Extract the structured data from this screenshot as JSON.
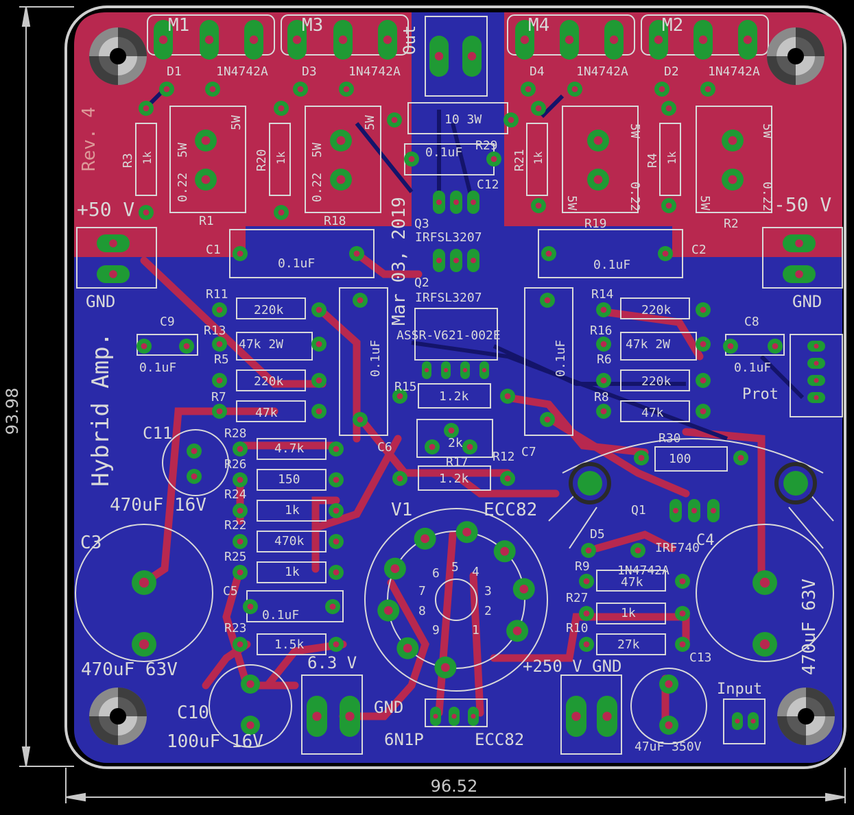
{
  "colors": {
    "board_bg": "#000000",
    "top_copper": "#b8284f",
    "bottom_copper": "#2a2aa8",
    "pad_green": "#1f9a34",
    "silkscreen": "#d9d9d9",
    "dimension": "#c8c8c8"
  },
  "dimensions": {
    "width": "96.52",
    "height": "93.98"
  },
  "board_text": {
    "rev": "Rev. 4",
    "title": "Hybrid Amp.",
    "date": "Mar 03, 2019",
    "plus50": "+50 V",
    "minus50": "-50 V",
    "gnd": "GND",
    "out": "Out",
    "input": "Input",
    "prot": "Prot",
    "v63": "6.3 V",
    "v250": "+250 V GND",
    "tube_types": [
      "6N1P",
      "ECC82"
    ]
  },
  "mosfets": [
    "M1",
    "M3",
    "M4",
    "M2"
  ],
  "diode_labels": [
    "D1",
    "D3",
    "D4",
    "D2",
    "D5"
  ],
  "diode_part": "1N4742A",
  "components": {
    "R3": "R3",
    "R20": "R20",
    "R21": "R21",
    "R4": "R4",
    "R1": "R1",
    "R18": "R18",
    "R19": "R19",
    "R2": "R2",
    "val_1k": "1k",
    "val_022": "0.22",
    "val_5w": "5W",
    "R11": "R11",
    "R13": "R13",
    "R5": "R5",
    "R7": "R7",
    "R14": "R14",
    "R16": "R16",
    "R6": "R6",
    "R8": "R8",
    "R28": "R28",
    "R26": "R26",
    "R24": "R24",
    "R22": "R22",
    "R25": "R25",
    "R23": "R23",
    "R9": "R9",
    "R27": "R27",
    "R10": "R10",
    "R30": "R30",
    "R15": "R15",
    "R12": "R12",
    "R17": "R17",
    "R29": "R29",
    "C1": "C1",
    "C2": "C2",
    "C3": "C3",
    "C4": "C4",
    "C5": "C5",
    "C6": "C6",
    "C7": "C7",
    "C8": "C8",
    "C9": "C9",
    "C10": "C10",
    "C11": "C11",
    "C12": "C12",
    "C13": "C13",
    "Q1": "Q1",
    "Q2": "Q2",
    "Q3": "Q3",
    "V1": "V1",
    "v_220k": "220k",
    "v_47k2w": "47k 2W",
    "v_47k": "47k",
    "v_01uf": "0.1uF",
    "v_4_7k": "4.7k",
    "v_150": "150",
    "v_470k": "470k",
    "v_1_5k": "1.5k",
    "v_27k": "27k",
    "v_1_2k": "1.2k",
    "v_2k": "2k",
    "v_100": "100",
    "v_10_3w": "10 3W",
    "v_470uf16": "470uF 16V",
    "v_470uf63": "470uF 63V",
    "v_100uf16": "100uF 16V",
    "v_47uf350": "47uF 350V",
    "v_ecc82": "ECC82",
    "irfsl3207": "IRFSL3207",
    "irf740": "IRF740",
    "assr": "ASSR-V621-002E"
  },
  "tube_pins": [
    "1",
    "2",
    "3",
    "4",
    "5",
    "6",
    "7",
    "8",
    "9"
  ]
}
